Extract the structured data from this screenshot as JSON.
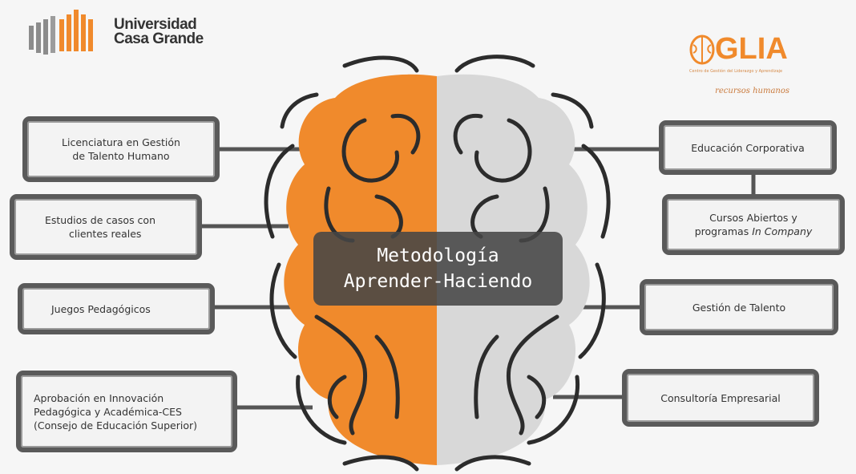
{
  "logos": {
    "ucg": {
      "line1": "Universidad",
      "line2": "Casa Grande"
    },
    "glia": {
      "word": "GLIA",
      "tagline": "Centro de Gestión del Liderazgo y Aprendizaje",
      "signature": "recursos humanos"
    }
  },
  "center": {
    "line1": "Metodología",
    "line2": "Aprender-Haciendo"
  },
  "left_boxes": [
    {
      "lines": [
        "Licenciatura en Gestión",
        "de Talento Humano"
      ]
    },
    {
      "lines": [
        "Estudios de casos con",
        "clientes reales"
      ]
    },
    {
      "lines": [
        "Juegos Pedagógicos"
      ]
    },
    {
      "lines": [
        "Aprobación en Innovación",
        "Pedagógica y Académica-CES",
        "(Consejo de Educación Superior)"
      ]
    }
  ],
  "right_boxes": [
    {
      "lines": [
        "Educación Corporativa"
      ]
    },
    {
      "line1": "Cursos Abiertos y",
      "line2_plain": "programas ",
      "line2_italic": "In Company"
    },
    {
      "lines": [
        "Gestión de Talento"
      ]
    },
    {
      "lines": [
        "Consultoría Empresarial"
      ]
    }
  ],
  "colors": {
    "orange": "#f08a2c",
    "grey_brain": "#d8d8d8",
    "outline": "#2c2c2c",
    "box_border": "#5a5a5a"
  }
}
